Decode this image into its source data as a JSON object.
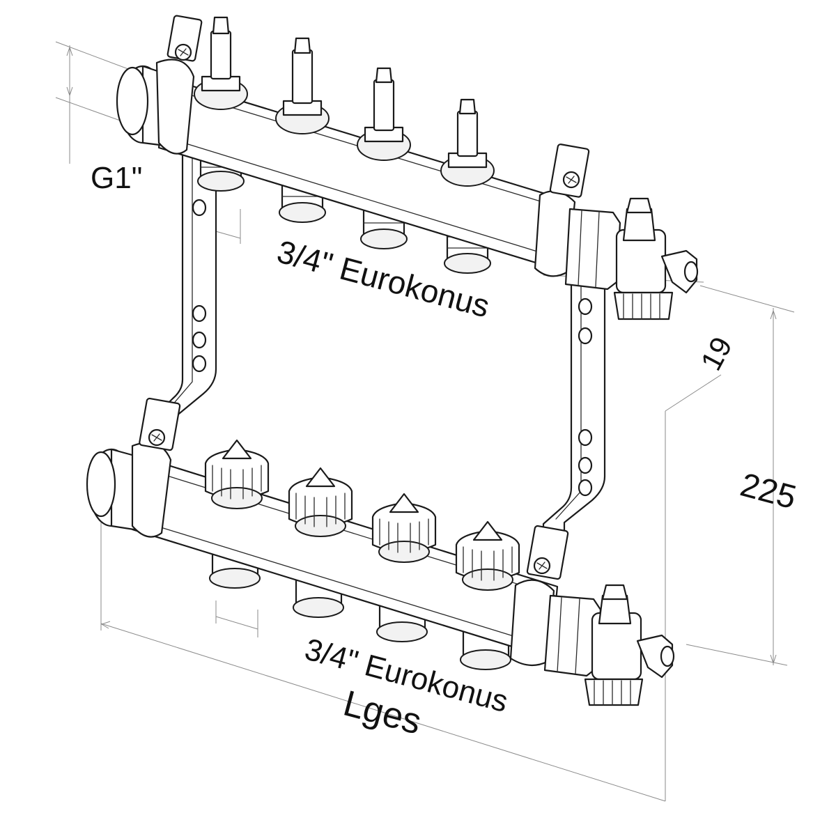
{
  "labels": {
    "inlet_thread": "G1\"",
    "upper_connection": "3/4\" Eurokonus",
    "lower_connection": "3/4\" Eurokonus",
    "total_length": "Lges",
    "offset": "19",
    "rail_spacing": "225"
  },
  "manifold": {
    "outlets_per_rail": 4
  },
  "colors": {
    "line": "#1a1a1a",
    "dimension": "#8a8a8a",
    "background": "#ffffff"
  }
}
